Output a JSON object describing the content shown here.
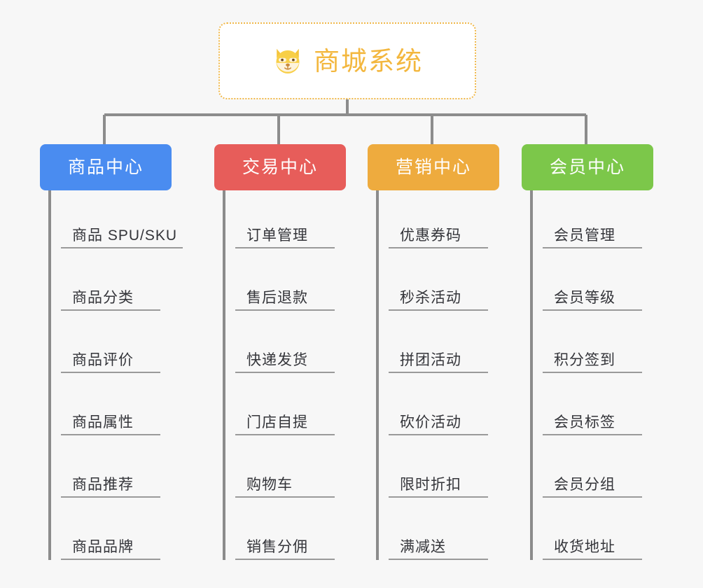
{
  "page": {
    "background_color": "#f7f7f7",
    "title": "商城系统"
  },
  "root": {
    "label": "商城系统",
    "icon": "shiba-dog-emoji",
    "text_color": "#f3b73e",
    "border_color": "#f0b84a",
    "fill_color": "#ffffff"
  },
  "connector": {
    "color": "#8c8c8c"
  },
  "branches": [
    {
      "label": "商品中心",
      "color": "#4a8cf0",
      "items": [
        "商品 SPU/SKU",
        "商品分类",
        "商品评价",
        "商品属性",
        "商品推荐",
        "商品品牌"
      ]
    },
    {
      "label": "交易中心",
      "color": "#e75d5a",
      "items": [
        "订单管理",
        "售后退款",
        "快递发货",
        "门店自提",
        "购物车",
        "销售分佣"
      ]
    },
    {
      "label": "营销中心",
      "color": "#eeab3e",
      "items": [
        "优惠券码",
        "秒杀活动",
        "拼团活动",
        "砍价活动",
        "限时折扣",
        "满减送"
      ]
    },
    {
      "label": "会员中心",
      "color": "#7cc74a",
      "items": [
        "会员管理",
        "会员等级",
        "积分签到",
        "会员标签",
        "会员分组",
        "收货地址"
      ]
    }
  ]
}
